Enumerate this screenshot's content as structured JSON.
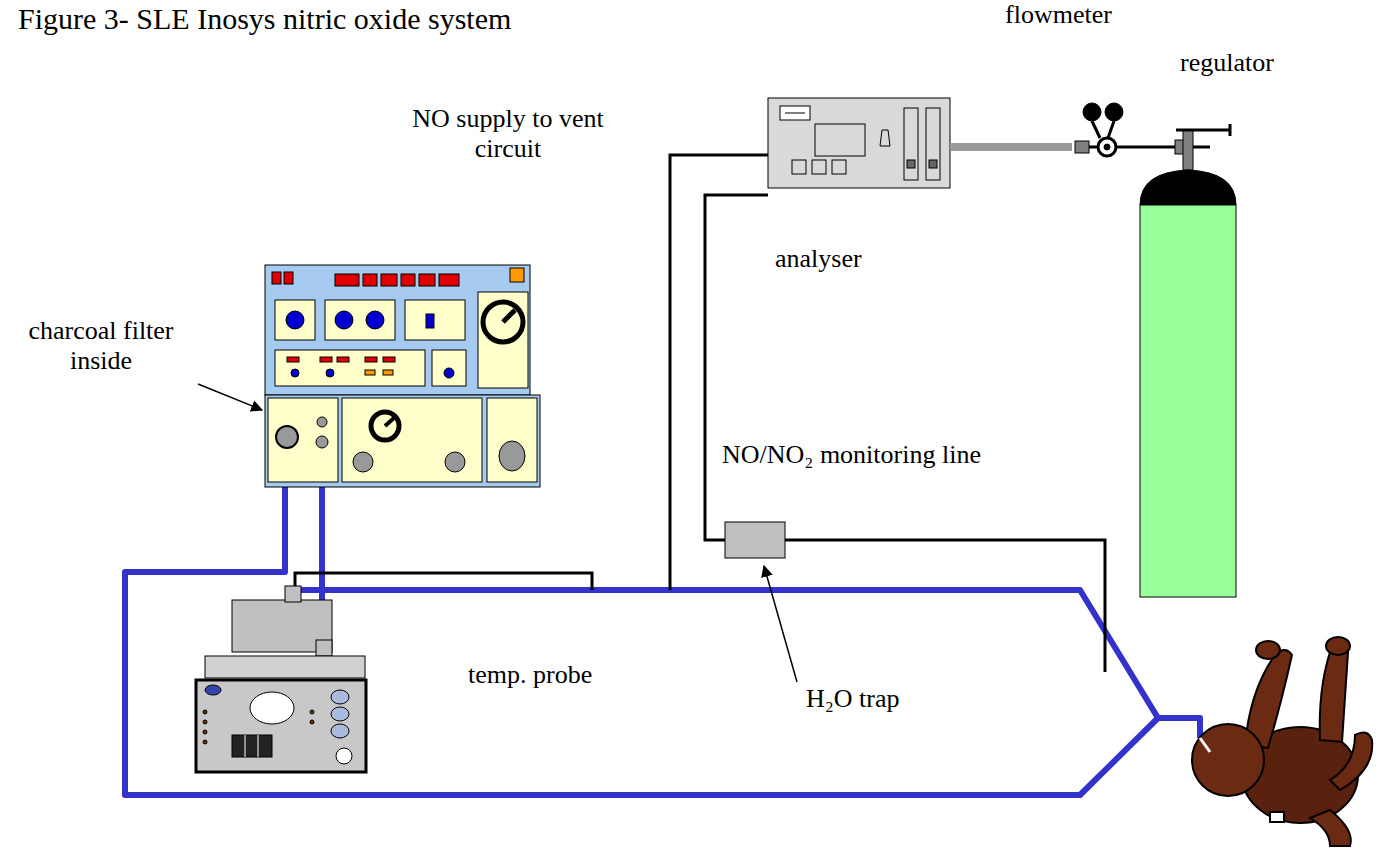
{
  "diagram": {
    "title": "Figure 3- SLE Inosys nitric oxide system",
    "nodes": [
      {
        "text": [
          "analyser"
        ]
      },
      {
        "text": [
          "regulator"
        ]
      }
    ],
    "edges": [
      {
        "from": 0,
        "to": 1,
        "arrow": "none"
      }
    ],
    "labels": [
      "flowmeter",
      "NO supply to vent circuit",
      "charcoal filter inside",
      "NO/NO₂ monitoring line",
      "temp. probe",
      "H₂O trap"
    ]
  }
}
